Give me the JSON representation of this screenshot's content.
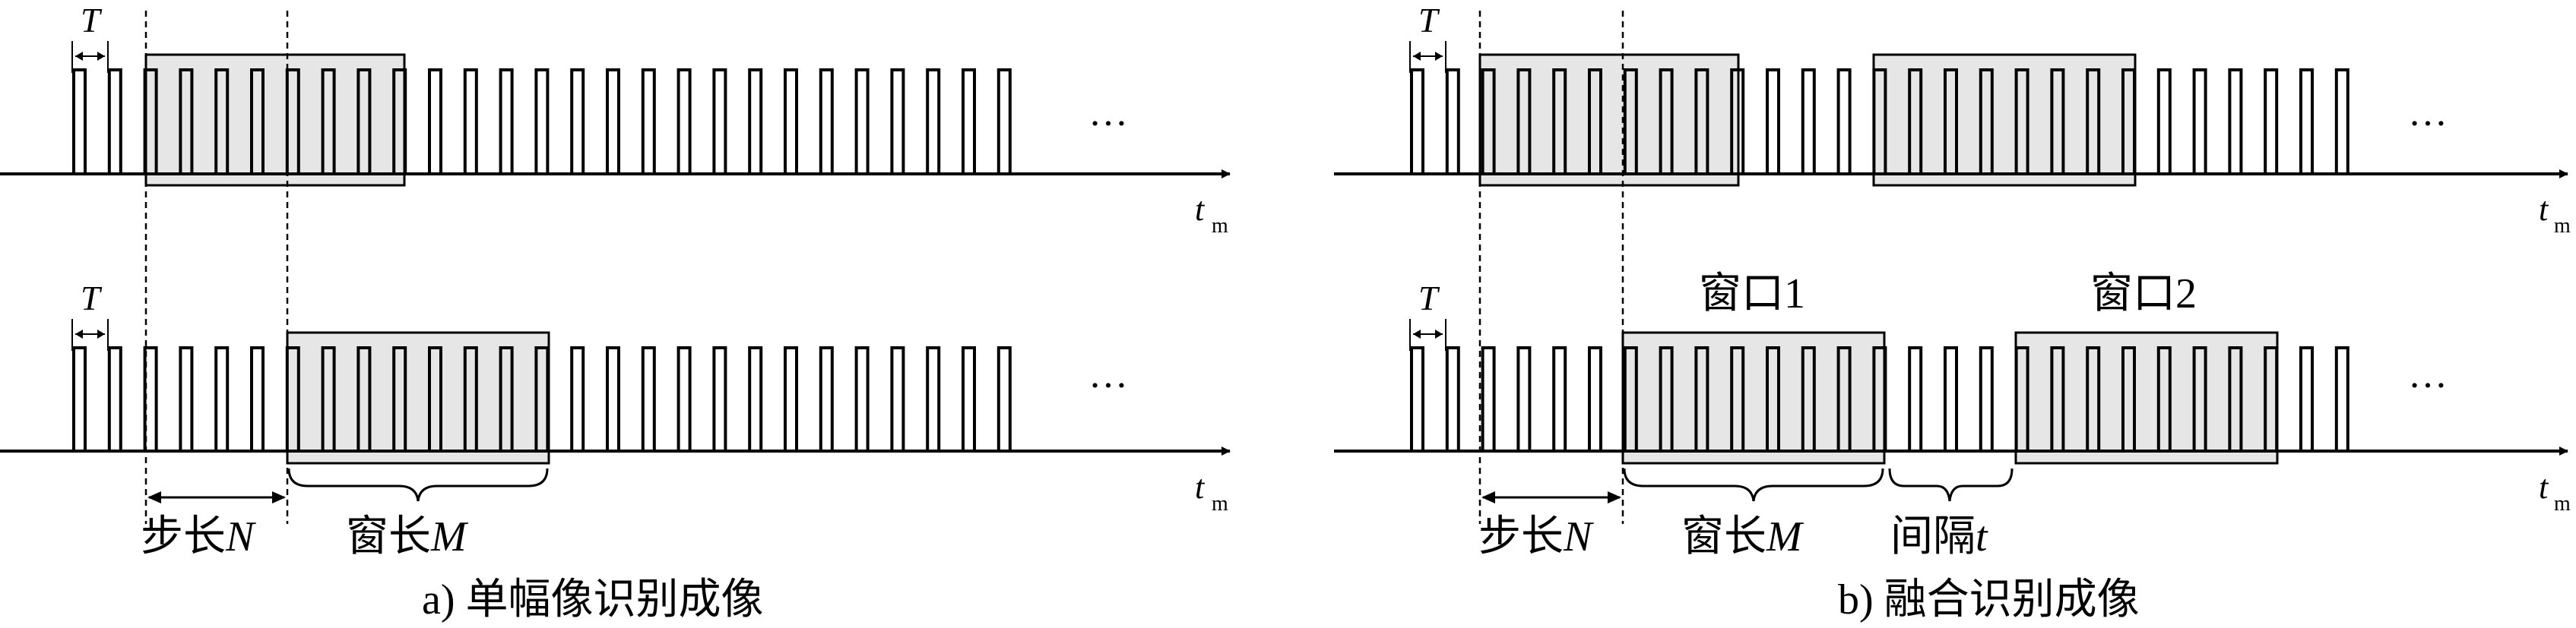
{
  "panels": [
    {
      "caption": "a) 单幅像识别成像",
      "rows": [
        {
          "period_label": "T",
          "axis_label": "t",
          "axis_subscript": "m",
          "ellipsis": "…"
        },
        {
          "period_label": "T",
          "axis_label": "t",
          "axis_subscript": "m",
          "ellipsis": "…",
          "step_label": "步长",
          "step_var": "N",
          "window_label": "窗长",
          "window_var": "M"
        }
      ]
    },
    {
      "caption": "b) 融合识别成像",
      "rows": [
        {
          "period_label": "T",
          "axis_label": "t",
          "axis_subscript": "m",
          "ellipsis": "…"
        },
        {
          "period_label": "T",
          "axis_label": "t",
          "axis_subscript": "m",
          "ellipsis": "…",
          "step_label": "步长",
          "step_var": "N",
          "window_label": "窗长",
          "window_var": "M",
          "interval_label": "间隔",
          "interval_var": "t",
          "window1_label": "窗口1",
          "window2_label": "窗口2"
        }
      ]
    }
  ],
  "colors": {
    "line": "#000000",
    "window_fill": "#e6e6e6"
  }
}
